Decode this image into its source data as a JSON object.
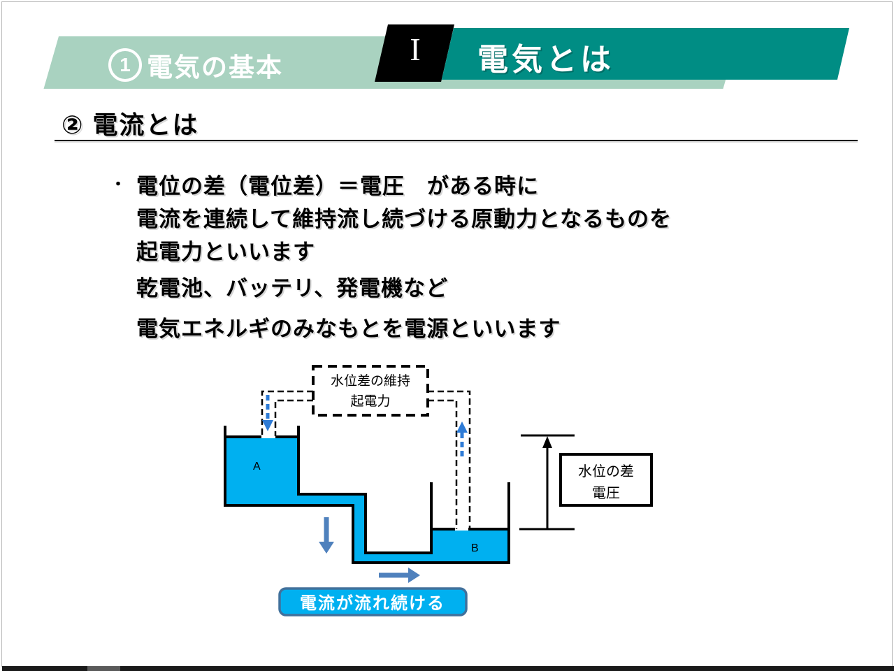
{
  "header": {
    "section_badge": {
      "number": "1",
      "label": "電気の基本"
    },
    "chapter_numeral": "I",
    "chapter_title": "電気とは",
    "colors": {
      "band_green": "#A9D2C0",
      "band_teal": "#008D84",
      "band_black": "#000000"
    }
  },
  "heading": {
    "text": "② 電流とは"
  },
  "body": {
    "bullet": "・",
    "lines": [
      "電位の差（電位差）＝電圧　がある時に",
      "電流を連続して維持流し続づける原動力となるものを",
      "起電力といいます",
      "乾電池、バッテリ、発電機など",
      "電気エネルギのみなもとを電源といいます"
    ]
  },
  "diagram": {
    "emf_box": {
      "line1": "水位差の維持",
      "line2": "起電力"
    },
    "tank_a_label": "A",
    "tank_b_label": "B",
    "level_box": {
      "line1": "水位の差",
      "line2": "電圧"
    },
    "caption": "電流が流れ続ける",
    "colors": {
      "water": "#00B0F0",
      "flow_arrow": "#4F81BD",
      "dashed_arrow": "#2E7BD6",
      "caption_border": "#41719C"
    }
  }
}
